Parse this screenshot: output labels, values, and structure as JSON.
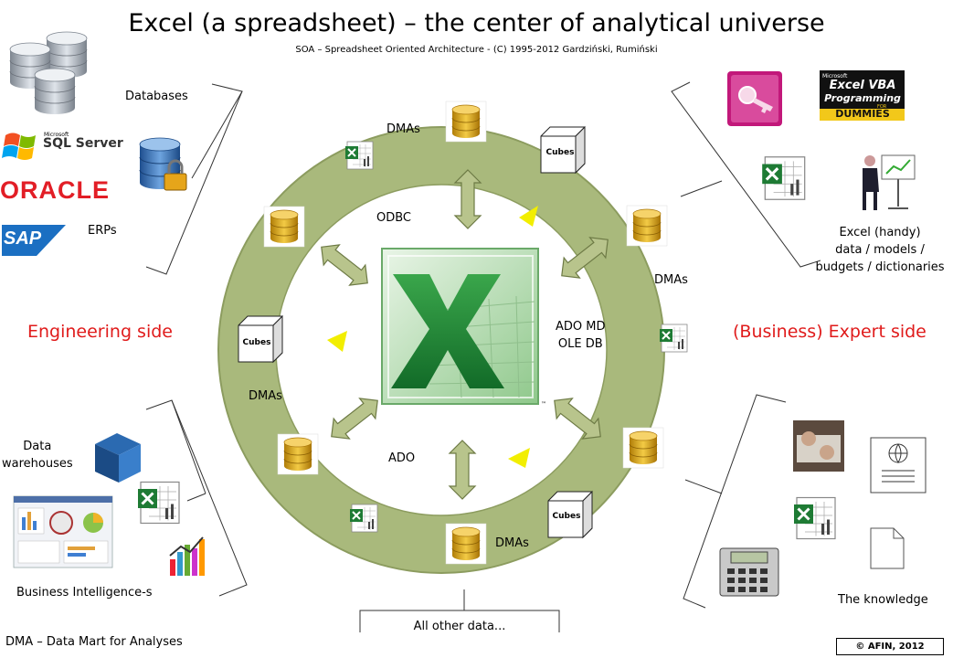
{
  "title": "Excel (a spreadsheet) – the center of analytical universe",
  "subtitle": "SOA – Spreadsheet Oriented Architecture - (C) 1995-2012 Gardziński, Rumiński",
  "left": {
    "side_label": "Engineering side",
    "databases": "Databases",
    "sql_server_small": "Microsoft",
    "sql_server": "SQL Server",
    "oracle": "ORACLE",
    "sap": "SAP",
    "erps": "ERPs",
    "data_warehouses": "Data\nwarehouses",
    "bi": "Business Intelligence-s"
  },
  "right": {
    "side_label": "(Business) Expert side",
    "excel_handy": "Excel (handy)\ndata / models /\nbudgets / dictionaries",
    "knowledge": "The knowledge",
    "book_small": "Microsoft",
    "book_line1": "Excel VBA",
    "book_line2": "Programming",
    "book_line3": "FOR",
    "book_line4": "DUMMIES"
  },
  "ring": {
    "dmas": "DMAs",
    "cubes": "Cubes",
    "odbc": "ODBC",
    "ado_md": "ADO MD\nOLE DB",
    "ado": "ADO"
  },
  "bottom": {
    "all_other": "All other data...",
    "footnote": "DMA – Data Mart for Analyses",
    "copyright": "© AFIN, 2012"
  },
  "colors": {
    "ring": "#a9b97c",
    "ring_stroke": "#8c9c5f",
    "arrow": "#b8c48c",
    "arrow_stroke": "#6d7a45",
    "triangle": "#f2ee00",
    "excel_green": "#2c8f3c",
    "side_red": "#e01b1b",
    "db_gold": "#d4a017"
  }
}
